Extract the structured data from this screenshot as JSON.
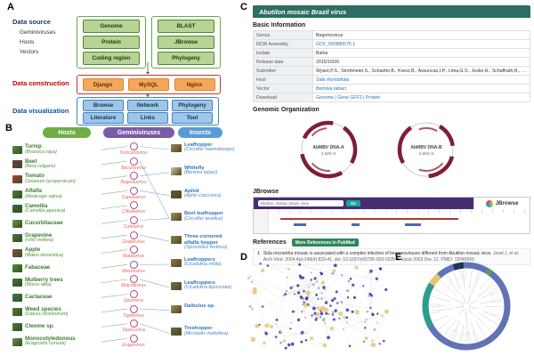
{
  "panels": {
    "a": "A",
    "b": "B",
    "c": "C",
    "d": "D",
    "e": "E"
  },
  "panelA": {
    "source_label": "Data source",
    "source_items": [
      "Geminiviruses",
      "Hosts",
      "Vectors"
    ],
    "left_group": [
      "Genome",
      "Protein",
      "Coding region"
    ],
    "right_group": [
      "BLAST",
      "JBrowse",
      "Phylogeny"
    ],
    "construction_label": "Data construction",
    "construction_items": [
      "Django",
      "MySQL",
      "Nginx"
    ],
    "visualization_label": "Data visualization",
    "visualization_items": [
      "Browse",
      "Network",
      "Phylogeny",
      "Literature",
      "Links",
      "Tool"
    ]
  },
  "panelB": {
    "headers": [
      "Hosts",
      "Geminiviruses",
      "Insects"
    ],
    "hosts": [
      {
        "name": "Turnip",
        "latin": "(Brassica rapa)",
        "thumb": "#5c8a3c"
      },
      {
        "name": "Beet",
        "latin": "(Beta vulgaris)",
        "thumb": "#7a3b3b"
      },
      {
        "name": "Tomato",
        "latin": "(Solanum lycopersicum)",
        "thumb": "#b5432f"
      },
      {
        "name": "Alfalfa",
        "latin": "(Medicago sativa)",
        "thumb": "#4e7d3a"
      },
      {
        "name": "Camellia",
        "latin": "(Camellia japonica)",
        "thumb": "#356b45"
      },
      {
        "name": "Cucurbitaceae",
        "latin": "",
        "thumb": "#6f9a40"
      },
      {
        "name": "Grapevine",
        "latin": "(Vitis vinifera)",
        "thumb": "#55703d"
      },
      {
        "name": "Apple",
        "latin": "(Malus domestica)",
        "thumb": "#8f4f3d"
      },
      {
        "name": "Fabaceae",
        "latin": "",
        "thumb": "#5d8a46"
      },
      {
        "name": "Mulberry trees",
        "latin": "(Morus alba)",
        "thumb": "#46703b"
      },
      {
        "name": "Cactaceae",
        "latin": "",
        "thumb": "#3f7a52"
      },
      {
        "name": "Weed species",
        "latin": "(Datura stramonium)",
        "thumb": "#587a3e"
      },
      {
        "name": "Cleome sp.",
        "latin": "",
        "thumb": "#4c7a40"
      },
      {
        "name": "Monocotyledonous",
        "latin": "(Eragrostis curvula)",
        "thumb": "#6b8f4a"
      }
    ],
    "viruses": [
      "Turncurtovirus",
      "Becurtovirus",
      "Begomovirus",
      "Capulavirus",
      "Citlodavirus",
      "Curtovirus",
      "Grablovirus",
      "Maldovirus",
      "Mastrevirus",
      "Mulcrilevirus",
      "Opunvirus",
      "Topilevirus",
      "Topocuvirus",
      "Eragrovirus"
    ],
    "insects": [
      {
        "name": "Leafhopper",
        "latin": "(Circulifer haematoceps)",
        "thumb": "#9a8a5a"
      },
      {
        "name": "Whitefly",
        "latin": "(Bemisia tabaci)",
        "thumb": "#c9c9a3"
      },
      {
        "name": "Aphid",
        "latin": "(Aphis craccivora)",
        "thumb": "#55603a"
      },
      {
        "name": "Beet leafhopper",
        "latin": "(Circulifer tenellus)",
        "thumb": "#a3915f"
      },
      {
        "name": "Three-cornered alfalfa hopper",
        "latin": "(Spissistilus festinus)",
        "thumb": "#7d8a4a"
      },
      {
        "name": "Leafhoppers",
        "latin": "(Cicadulina mbila)",
        "thumb": "#8f7a4f"
      },
      {
        "name": "Leafhoppers",
        "latin": "(Cicadulina bipunctata)",
        "thumb": "#6f6f4a"
      },
      {
        "name": "Dalbulus sp.",
        "latin": "",
        "thumb": "#9a8f62"
      },
      {
        "name": "Treehopper",
        "latin": "(Micrutalis malleifera)",
        "thumb": "#5f6b46"
      }
    ],
    "virus_insect_links": [
      0,
      3,
      1,
      2,
      -1,
      3,
      4,
      -1,
      5,
      6,
      -1,
      7,
      8,
      -1
    ]
  },
  "panelC": {
    "title": "Abutilon mosaic Brazil virus",
    "basic_heading": "Basic Information",
    "rows": [
      {
        "label": "Genus",
        "value": "Begomovirus",
        "link": false,
        "italic": false
      },
      {
        "label": "NCBI Assembly",
        "value": "GCF_000880575.1",
        "link": true,
        "italic": false
      },
      {
        "label": "Isolate",
        "value": "Bahia",
        "link": false,
        "italic": false
      },
      {
        "label": "Release date",
        "value": "2015/10/20",
        "link": false,
        "italic": false
      },
      {
        "label": "Submitter",
        "value": "Wyant,P.S., Strohmeier,S., Schaefer,B., Krenz,B., Assuncao,I.P., Lima,G.S., Jeske,H., Schaffrath,R., Lima,G.S.A.",
        "link": false,
        "italic": false
      },
      {
        "label": "Host",
        "value": "Sida rhombifolia",
        "link": true,
        "italic": true
      },
      {
        "label": "Vector",
        "value": "Bemisia tabaci",
        "link": true,
        "italic": true
      },
      {
        "label": "Download",
        "value": "Genome | Gene GFF3 | Protein",
        "link": true,
        "italic": false
      }
    ],
    "genomic_heading": "Genomic Organization",
    "genomes": [
      {
        "label": "AbMBV DNA-A",
        "size": "2,629 nt"
      },
      {
        "label": "AbMBV DNA-B",
        "size": "2,604 nt"
      }
    ],
    "jbrowse_heading": "JBrowse",
    "jbrowse": {
      "search_value": "Abutilon_mosaic_Brazil_virus",
      "go_label": "Go",
      "logo": "JBrowse"
    },
    "references_heading": "References",
    "references_button": "More References in PubMed",
    "reference": {
      "index": "1",
      "text": "Sida micrantha mosaic is associated with a complex infection of begomoviruses different from Abutilon mosaic virus.",
      "meta": "Jovel J, et al. Arch Virol. 2004 Apr;149(4):829-41. doi: 10.1007/s00705-003-0235-8. Epub 2003 Dec 12.",
      "pmid": "PMID: 15045565"
    }
  },
  "panelD": {
    "network": {
      "seed": 11,
      "nodes": 170,
      "edges": 130,
      "colors": {
        "edge": "#dcdcdc",
        "primary": "#3a3f9e",
        "secondary": "#9fa6d6",
        "hub": "#e5c87f"
      }
    }
  },
  "panelE": {
    "tree": {
      "ring_color": "#6272b8",
      "branch_color": "#c8c8c8",
      "segments": [
        {
          "color": "#2a9d8f",
          "start": 150,
          "end": 212
        },
        {
          "color": "#e9c46a",
          "start": 212,
          "end": 228
        },
        {
          "color": "#1d3557",
          "start": 252,
          "end": 266
        },
        {
          "color": "#5aa05a",
          "start": 300,
          "end": 307
        }
      ],
      "seed": 5
    }
  }
}
